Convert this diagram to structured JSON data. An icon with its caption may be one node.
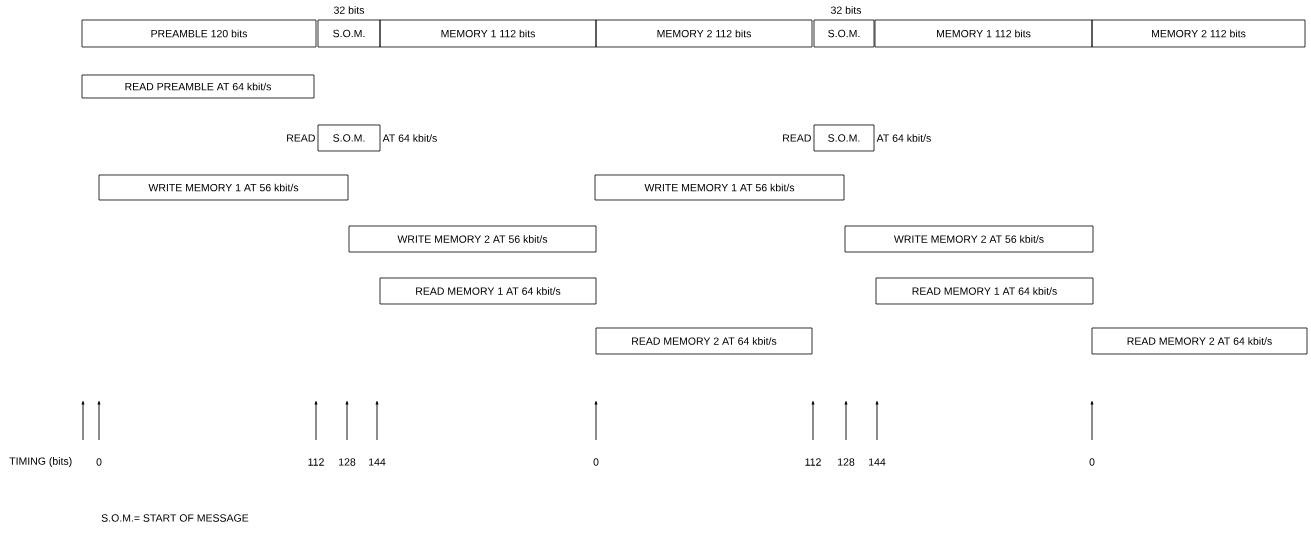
{
  "diagram": {
    "nodes": [
      {
        "text": [
          "PREAMBLE 120 bits"
        ]
      },
      {
        "text": [
          "S.O.M."
        ]
      },
      {
        "text": [
          "MEMORY 1 112 bits"
        ]
      },
      {
        "text": [
          "MEMORY 2 112 bits"
        ]
      },
      {
        "text": [
          "S.O.M."
        ]
      },
      {
        "text": [
          "MEMORY 1 112 bits"
        ]
      },
      {
        "text": [
          "MEMORY 2 112 bits"
        ]
      },
      {
        "text": [
          "READ PREAMBLE AT 64 kbit/s"
        ]
      },
      {
        "text": [
          "S.O.M."
        ],
        "beside": [
          "READ",
          "AT 64 kbit/s"
        ]
      },
      {
        "text": [
          "S.O.M."
        ],
        "beside": [
          "READ",
          "AT 64 kbit/s"
        ]
      },
      {
        "text": [
          "WRITE MEMORY 1 AT 56 kbit/s"
        ]
      },
      {
        "text": [
          "WRITE MEMORY 1 AT 56 kbit/s"
        ]
      },
      {
        "text": [
          "WRITE MEMORY 2 AT 56 kbit/s"
        ]
      },
      {
        "text": [
          "WRITE MEMORY 2 AT 56 kbit/s"
        ]
      },
      {
        "text": [
          "READ MEMORY 1 AT 64 kbit/s"
        ]
      },
      {
        "text": [
          "READ MEMORY 1 AT 64 kbit/s"
        ]
      },
      {
        "text": [
          "READ MEMORY 2 AT 64 kbit/s"
        ]
      },
      {
        "text": [
          "READ MEMORY 2 AT 64 kbit/s"
        ]
      }
    ],
    "labels": [
      "32 bits",
      "32 bits",
      "TIMING (bits)",
      "0",
      "112",
      "128",
      "144",
      "0",
      "112",
      "128",
      "144",
      "0",
      "S.O.M.= START OF MESSAGE"
    ]
  }
}
